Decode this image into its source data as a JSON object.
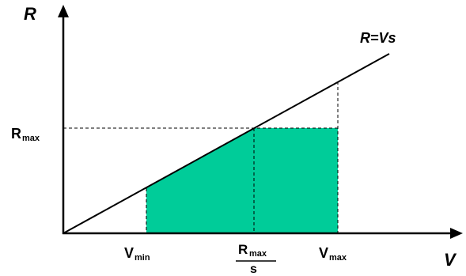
{
  "axes": {
    "y_label": "R",
    "x_label": "V"
  },
  "line_label": "R=Vs",
  "labels": {
    "r_max": {
      "main": "R",
      "sub": "max"
    },
    "v_min": {
      "main": "V",
      "sub": "min"
    },
    "v_max": {
      "main": "V",
      "sub": "max"
    },
    "r_max_over_s": {
      "numerator_main": "R",
      "numerator_sub": "max",
      "denominator": "s"
    }
  },
  "colors": {
    "fill": "#00cc99",
    "stroke": "#000000"
  }
}
